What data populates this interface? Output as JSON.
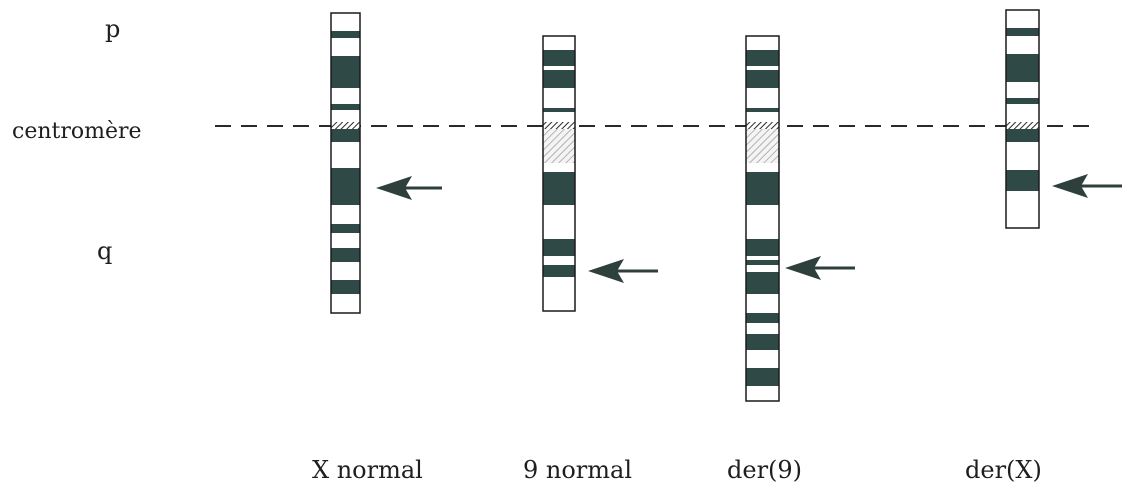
{
  "labels": {
    "p_arm": "p",
    "centromere": "centromère",
    "q_arm": "q"
  },
  "chromosomes": [
    {
      "id": "x-normal",
      "label": "X normal",
      "translocation_arrow": true
    },
    {
      "id": "9-normal",
      "label": "9 normal",
      "translocation_arrow": true
    },
    {
      "id": "der-9",
      "label": "der(9)",
      "translocation_arrow": true
    },
    {
      "id": "der-x",
      "label": "der(X)",
      "translocation_arrow": true
    }
  ],
  "colors": {
    "band_dark": "#2f4a46",
    "outline": "#1a1a1a",
    "arrow": "#2f3f3c",
    "dashed_line": "#2a2a2a",
    "heterochromatin_hatch": "#6b6b6b"
  }
}
